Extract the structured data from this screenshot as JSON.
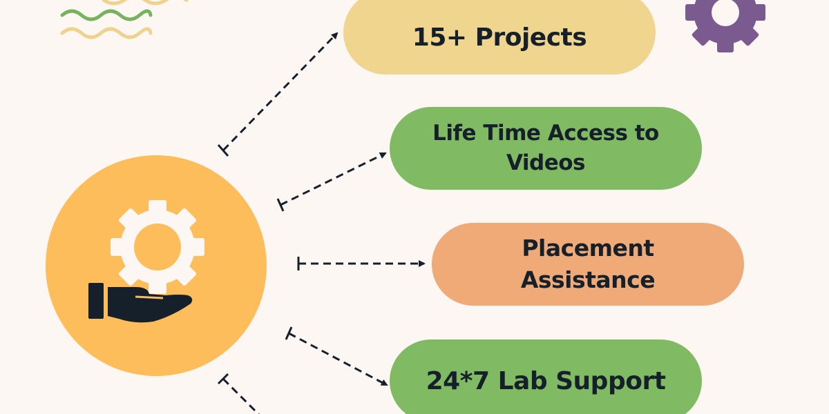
{
  "diagram": {
    "features": [
      {
        "label": "15+ Projects"
      },
      {
        "label": "Life Time Access to Videos"
      },
      {
        "label": "Placement Assistance"
      },
      {
        "label": "24*7 Lab Support"
      }
    ]
  },
  "colors": {
    "background": "#fcf7f3",
    "hub_circle": "#fcbd5a",
    "pill_yellow": "#f0d58f",
    "pill_green": "#80bb63",
    "pill_orange": "#f0aa78",
    "gear_purple": "#7b5a90",
    "wave_green": "#77b35e",
    "wave_yellow": "#edd38d",
    "arrow": "#15202b",
    "hand": "#15202b",
    "hub_gear": "#fcf7f3"
  },
  "icons": {
    "hub": "gear-on-hand-icon",
    "corner": "gear-icon",
    "decoration": "wave-lines"
  }
}
